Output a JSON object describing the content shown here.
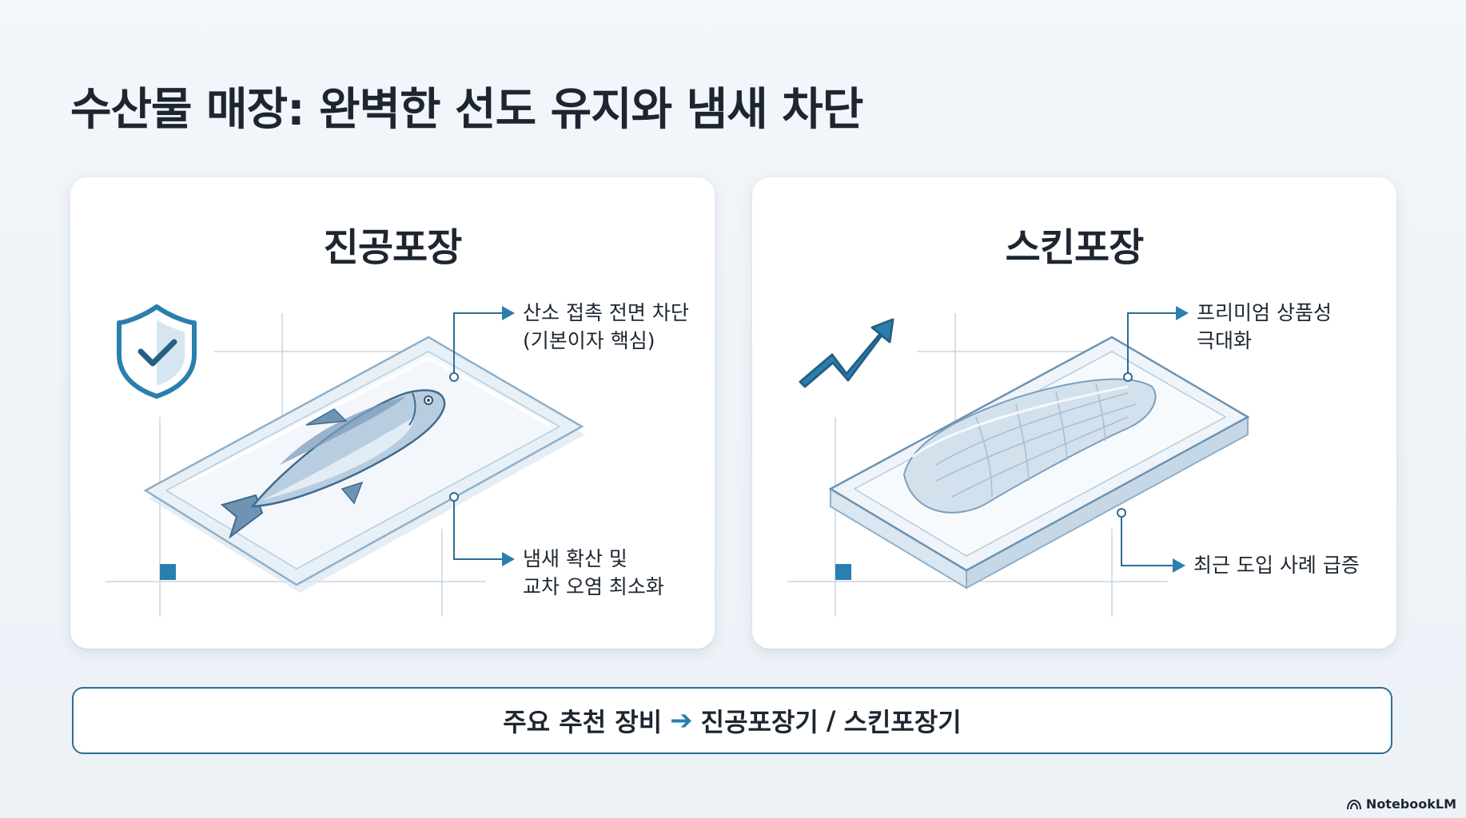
{
  "title": "수산물 매장: 완벽한 선도 유지와 냄새 차단",
  "cards": [
    {
      "title": "진공포장",
      "icon": "shield-check-icon",
      "callout_top": [
        "산소 접촉 전면 차단",
        "(기본이자 핵심)"
      ],
      "callout_bottom": [
        "냄새 확산 및",
        "교차 오염 최소화"
      ]
    },
    {
      "title": "스킨포장",
      "icon": "trend-up-arrow-icon",
      "callout_top": [
        "프리미엄 상품성",
        "극대화"
      ],
      "callout_bottom": [
        "최근 도입 사례 급증"
      ]
    }
  ],
  "recommendation": {
    "label": "주요 추천 장비",
    "arrow": "➔",
    "equipment_1": "진공포장기",
    "separator": "/",
    "equipment_2": "스킨포장기"
  },
  "brand": {
    "icon": "notebooklm-logo-icon",
    "name": "NotebookLM"
  },
  "colors": {
    "accent": "#2a7fae",
    "border": "#2b6f95",
    "ink": "#1d2630",
    "wrap_fill": "#e6eef6",
    "line": "#2d6d93"
  }
}
